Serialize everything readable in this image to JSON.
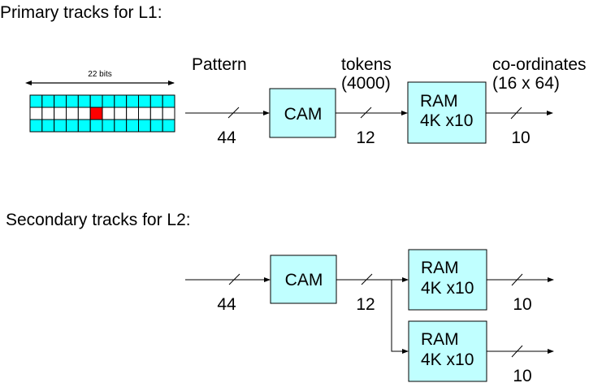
{
  "colors": {
    "box_fill": "#c0ffff",
    "grid_cyan": "#00ffff",
    "grid_white": "#ffffff",
    "grid_highlight": "#ff0000",
    "stroke": "#000000"
  },
  "primary": {
    "heading": "Primary tracks for L1:",
    "grid": {
      "width_label": "22 bits",
      "columns": 12,
      "rows": 3,
      "row_colors": [
        "cyan",
        "white",
        "cyan"
      ],
      "highlight_cell": {
        "row": 1,
        "col": 5
      }
    },
    "input_label": "Pattern",
    "input_width": "44",
    "cam_label": "CAM",
    "tokens_label_1": "tokens",
    "tokens_label_2": "(4000)",
    "tokens_width": "12",
    "ram_line1": "RAM",
    "ram_line2": "4K x10",
    "output_label_1": "co-ordinates",
    "output_label_2": "(16 x 64)",
    "output_width": "10"
  },
  "secondary": {
    "heading": "Secondary tracks for L2:",
    "input_width": "44",
    "cam_label": "CAM",
    "tokens_width": "12",
    "rams": [
      {
        "line1": "RAM",
        "line2": "4K x10",
        "output_width": "10"
      },
      {
        "line1": "RAM",
        "line2": "4K x10",
        "output_width": "10"
      }
    ]
  }
}
